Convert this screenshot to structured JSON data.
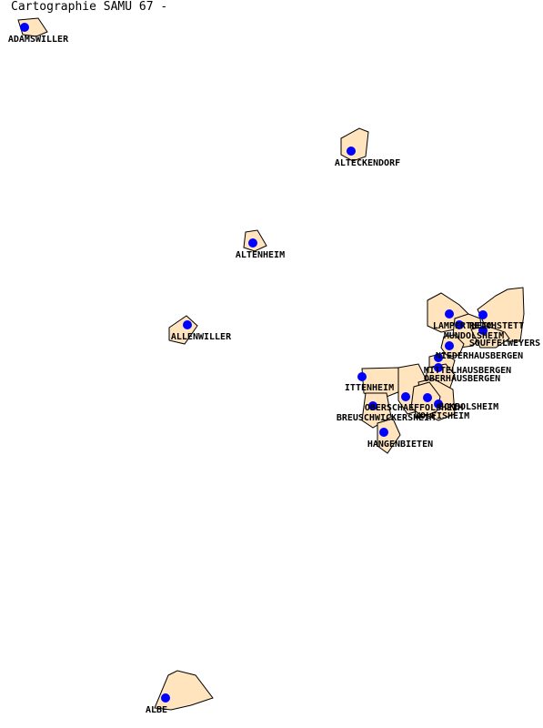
{
  "title": "Cartographie SAMU 67 -",
  "colors": {
    "fill": "#ffe4bd",
    "stroke": "#000000",
    "dot": "#0000ff"
  },
  "communes": [
    {
      "id": "adamswiller",
      "name": "ADAMSWILLER"
    },
    {
      "id": "alteckendorf",
      "name": "ALTECKENDORF"
    },
    {
      "id": "altenheim",
      "name": "ALTENHEIM"
    },
    {
      "id": "allenwiller",
      "name": "ALLENWILLER"
    },
    {
      "id": "lampertheim",
      "name": "LAMPERTHEIM"
    },
    {
      "id": "reichstett",
      "name": "REICHSTETT"
    },
    {
      "id": "mundolsheim",
      "name": "MUNDOLSHEIM"
    },
    {
      "id": "souffelweyersheim",
      "name": "SOUFFELWEYERS"
    },
    {
      "id": "niederhausbergen",
      "name": "NIEDERHAUSBERGEN"
    },
    {
      "id": "mittelhausbergen",
      "name": "MITTELHAUSBERGEN"
    },
    {
      "id": "oberhausbergen",
      "name": "OBERHAUSBERGEN"
    },
    {
      "id": "ittenheim",
      "name": "ITTENHEIM"
    },
    {
      "id": "oberschaeffolsheim",
      "name": "OBERSCHAEFFOLSHEIM"
    },
    {
      "id": "eckbolsheim",
      "name": "ECKBOLSHEIM"
    },
    {
      "id": "breuschwickersheim",
      "name": "BREUSCHWICKERSHEIM"
    },
    {
      "id": "wolfisheim",
      "name": "WOLFISHEIM"
    },
    {
      "id": "hangenbieten",
      "name": "HANGENBIETEN"
    },
    {
      "id": "albe",
      "name": "ALBE"
    }
  ]
}
